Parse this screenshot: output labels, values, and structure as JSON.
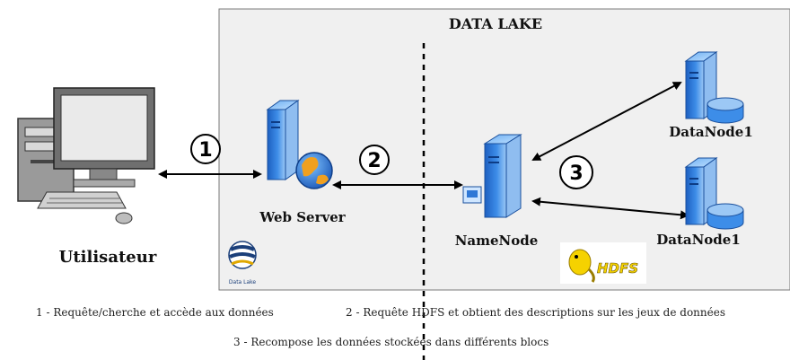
{
  "lake_title": "DATA LAKE",
  "nodes": {
    "user": "Utilisateur",
    "web_server": "Web Server",
    "namenode": "NameNode",
    "datanode_top": "DataNode1",
    "datanode_bottom": "DataNode1"
  },
  "steps": [
    "1",
    "2",
    "3"
  ],
  "logos": {
    "hdfs": "HDFS",
    "datalake_logo": "Data Lake"
  },
  "captions": {
    "step1": "1 - Requête/cherche et accède aux données",
    "step2": "2 - Requête HDFS et obtient des descriptions sur les jeux de données",
    "step3": "3 - Recompose les données stockées dans différents blocs"
  },
  "colors": {
    "server_blue": "#2f78d6",
    "lake_bg": "#f0f0f0",
    "hdfs_yellow": "#f5d200"
  }
}
